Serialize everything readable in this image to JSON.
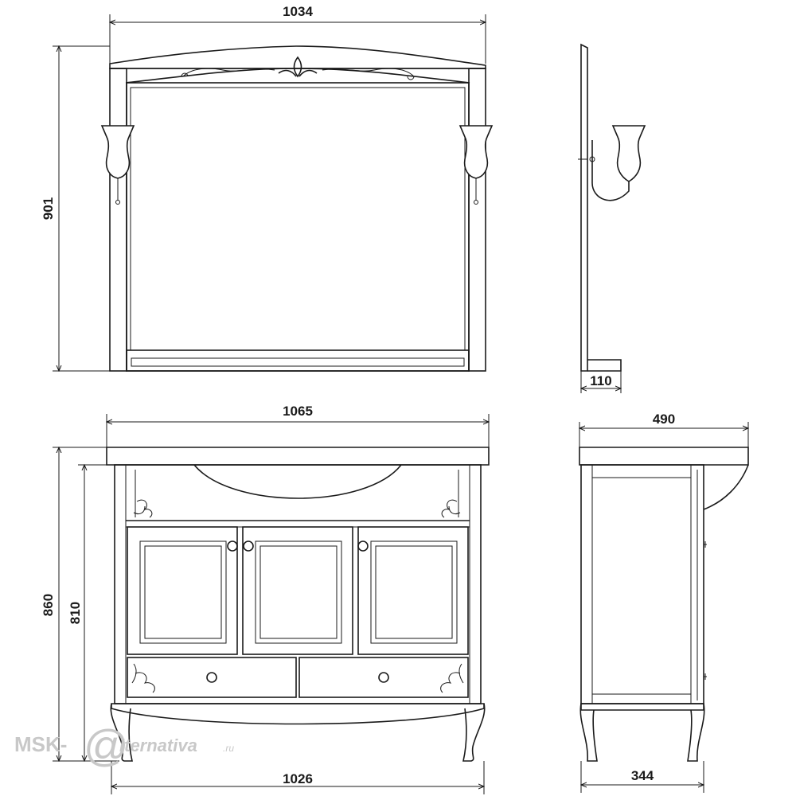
{
  "dimensions": {
    "mirror_width": "1034",
    "mirror_height": "901",
    "mirror_depth": "110",
    "vanity_top_width": "1065",
    "vanity_depth_top": "490",
    "vanity_height": "860",
    "vanity_body_height": "810",
    "vanity_base_width": "1026",
    "vanity_base_depth": "344"
  },
  "watermark": {
    "brand": "MSK-",
    "at": "@",
    "rest": "lternativa",
    "suffix": ".ru"
  }
}
